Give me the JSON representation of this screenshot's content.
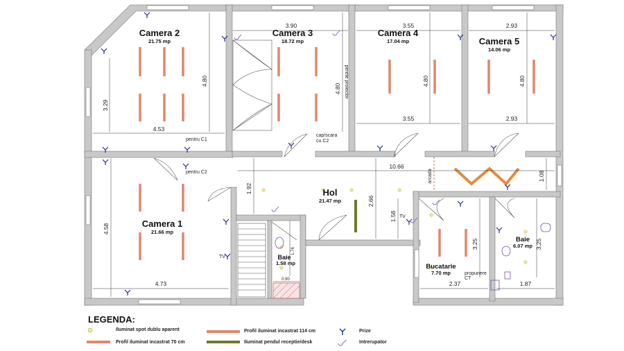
{
  "rooms": {
    "camera2": {
      "name": "Camera 2",
      "area": "21.75 mp"
    },
    "camera3": {
      "name": "Camera 3",
      "area": "18.72 mp"
    },
    "camera4": {
      "name": "Camera 4",
      "area": "17.04 mp"
    },
    "camera5": {
      "name": "Camera 5",
      "area": "14.06 mp"
    },
    "camera1": {
      "name": "Camera 1",
      "area": "21.66 mp"
    },
    "hol": {
      "name": "Hol",
      "area": "21.47 mp"
    },
    "baie_small": {
      "name": "Baie",
      "area": "1.58 mp"
    },
    "bucatarie": {
      "name": "Bucatarie",
      "area": "7.70 mp"
    },
    "baie_right": {
      "name": "Baie",
      "area": "6.07 mp"
    }
  },
  "dimensions": {
    "c3_width": "3.90",
    "c4_width_top": "3.55",
    "c5_width_top": "2.93",
    "c2_height": "4.80",
    "c2_side": "3.29",
    "c2_width": "4.53",
    "c3_height": "4.80",
    "c4_height": "4.80",
    "c4_width_bottom": "3.55",
    "c5_height": "4.80",
    "c5_width_bottom": "2.93",
    "hol_width": "10.66",
    "hol_right_h": "1.08",
    "hol_h1": "1.92",
    "hol_h2": "2.66",
    "hol_h3": "1.58",
    "c1_height": "4.58",
    "c1_width": "4.73",
    "bath_h": "1.76",
    "bath_w": "0.90",
    "kit_h": "3.25",
    "kit_w": "2.37",
    "bath2_h": "3.25",
    "bath2_w": "1.87"
  },
  "notes": {
    "perete": "perete proiector",
    "capscara1": "cap/scara",
    "capscara2": "cu C2",
    "pentru_c1": "pentru C1",
    "pentru_c2": "pentru C2",
    "arcada": "arcada",
    "propunere1": "propunere",
    "propunere2": "CT",
    "tv1": "TV",
    "tv2": "TV"
  },
  "legend": {
    "title": "LEGENDA:",
    "spot": "Iluminat spot dublu aparent",
    "profil70": "Profil iluminat incastrat 70 cm",
    "profil114": "Profil iluminat incastrat 114 cm",
    "pendul": "Iluminat pendul receptie/desk",
    "prize": "Prize",
    "intrerupator": "Intrerupator"
  },
  "colors": {
    "wall": "#c8c8c8",
    "profile": "#e0876b",
    "pendant": "#6b7a2a",
    "zigzag": "#e88a3a",
    "socket": "#1e2c8c",
    "spot": "#f2ec9a"
  }
}
